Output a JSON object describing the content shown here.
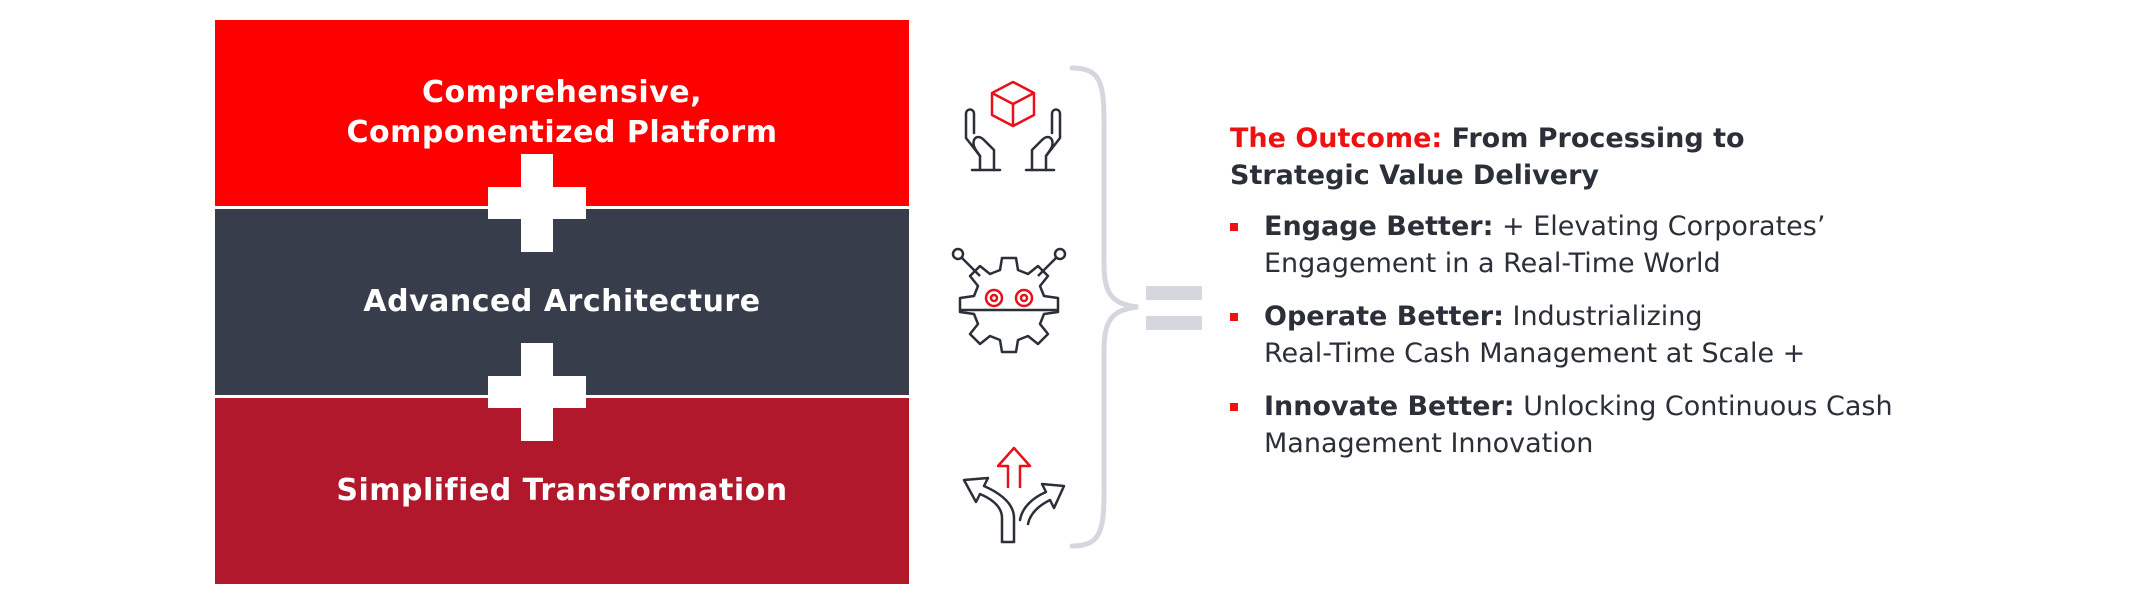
{
  "blocks": [
    {
      "line1": "Comprehensive,",
      "line2": "Componentized Platform",
      "color": "#ff0000"
    },
    {
      "label": "Advanced Architecture",
      "color": "#373d4a"
    },
    {
      "label": "Simplified Transformation",
      "color": "#b2182b"
    }
  ],
  "icons": [
    "hands-holding-box-icon",
    "robot-gear-icon",
    "diverging-arrows-icon"
  ],
  "outcome": {
    "title_highlight": "The Outcome:",
    "title_rest": "From Processing to",
    "title_line2": "Strategic Value Delivery",
    "bullets": [
      {
        "bold": "Engage Better:",
        "text1": "+ Elevating Corporates’",
        "text2": "Engagement in a Real-Time World"
      },
      {
        "bold": "Operate Better:",
        "text1": "Industrializing",
        "text2": "Real-Time Cash Management at Scale +"
      },
      {
        "bold": "Innovate Better:",
        "text1": "Unlocking Continuous Cash",
        "text2": "Management Innovation"
      }
    ]
  },
  "colors": {
    "accent": "#ff0000",
    "dark": "#373d4a",
    "crimson": "#b2182b",
    "brace": "#d5d7de"
  }
}
